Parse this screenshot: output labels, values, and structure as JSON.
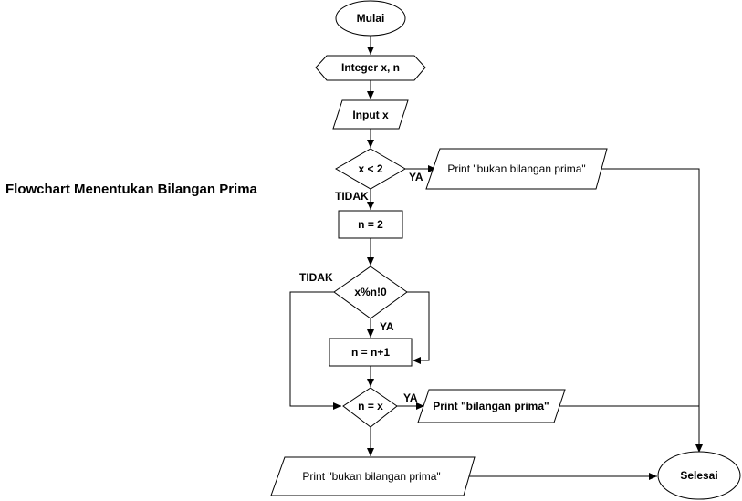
{
  "title": "Flowchart Menentukan Bilangan Prima",
  "nodes": {
    "start": "Mulai",
    "declare": "Integer x, n",
    "input": "Input x",
    "check_less_two": "x < 2",
    "print_not_prime_top": "Print \"bukan bilangan prima\"",
    "assign_n": "n = 2",
    "check_mod": "x%n!0",
    "increment": "n = n+1",
    "check_equal": "n = x",
    "print_prime": "Print \"bilangan prima\"",
    "print_not_prime_bottom": "Print \"bukan bilangan prima\"",
    "end": "Selesai"
  },
  "edge_labels": {
    "less_two_yes": "YA",
    "less_two_no": "TIDAK",
    "mod_no": "TIDAK",
    "mod_yes": "YA",
    "equal_yes": "YA"
  }
}
